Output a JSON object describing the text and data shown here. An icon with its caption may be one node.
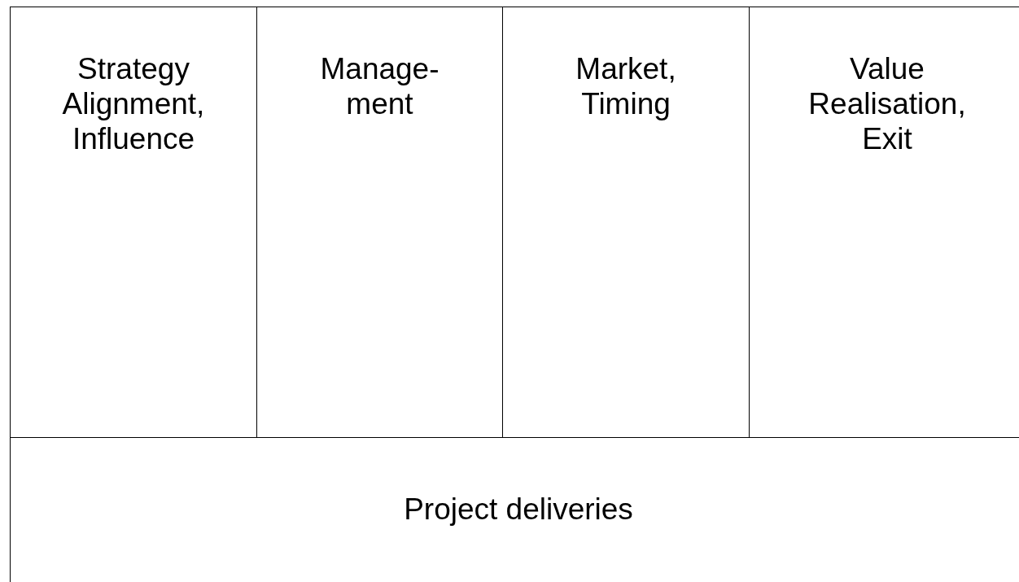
{
  "diagram": {
    "nodes": [
      {
        "text": [
          "Strategy Alignment, Influence"
        ]
      },
      {
        "text": [
          "Manage-ment"
        ]
      },
      {
        "text": [
          "Market, Timing"
        ]
      },
      {
        "text": [
          "Value Realisation, Exit"
        ]
      },
      {
        "text": [
          "Project deliveries"
        ]
      }
    ]
  }
}
